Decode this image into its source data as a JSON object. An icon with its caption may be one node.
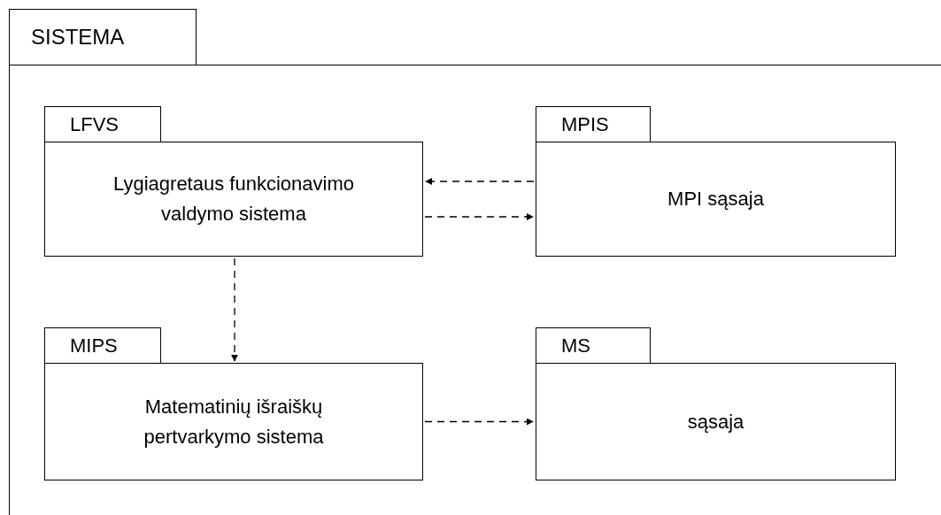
{
  "diagram": {
    "nodes": [
      {
        "text": [
          "SISTEMA"
        ]
      },
      {
        "text": [
          "LFVS",
          "Lygiagretaus funkcionavimo valdymo sistema"
        ],
        "in": 0
      },
      {
        "text": [
          "MPIS",
          "MPI sąsaja"
        ],
        "in": 0
      },
      {
        "text": [
          "MIPS",
          "Matematinių išraiškų pertvarkymo sistema"
        ],
        "in": 0
      },
      {
        "text": [
          "MS",
          "sąsaja"
        ],
        "in": 0
      }
    ],
    "edges": [
      {
        "from": 2,
        "to": 1,
        "arrow": "to",
        "style": "dashed"
      },
      {
        "from": 1,
        "to": 2,
        "arrow": "to",
        "style": "dashed"
      },
      {
        "from": 1,
        "to": 3,
        "arrow": "to",
        "style": "dashed"
      },
      {
        "from": 3,
        "to": 4,
        "arrow": "to",
        "style": "dashed"
      }
    ]
  }
}
